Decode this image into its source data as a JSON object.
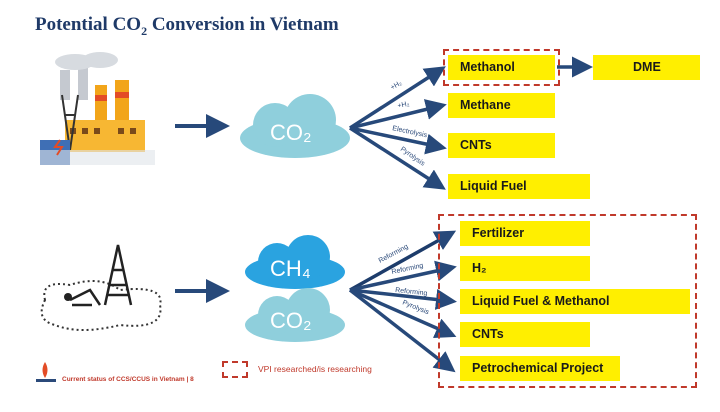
{
  "title": {
    "prefix": "Potential CO",
    "sub": "2",
    "suffix": " Conversion in Vietnam"
  },
  "top": {
    "source": "CO₂",
    "branches": [
      {
        "label": "+H₂",
        "product": "Methanol"
      },
      {
        "label": "+H₂",
        "product": "Methane"
      },
      {
        "label": "Electrolysis",
        "product": "CNTs"
      },
      {
        "label": "Pyrolysis",
        "product": "Liquid Fuel"
      }
    ],
    "downstream": "DME"
  },
  "bottom": {
    "sources": [
      "CH₄",
      "CO₂"
    ],
    "branches": [
      {
        "label": "Reforming",
        "product": "Fertilizer"
      },
      {
        "label": "Reforming",
        "product": "H₂"
      },
      {
        "label": "Reforming",
        "product": "Liquid Fuel & Methanol"
      },
      {
        "label": "Pyrolysis",
        "product": "CNTs"
      },
      {
        "label": "",
        "product": "Petrochemical Project"
      }
    ]
  },
  "legend": {
    "text": "VPI researched/is researching"
  },
  "footer": {
    "text": "Current status of CCS/CCUS in Vietnam   |  8"
  },
  "colors": {
    "title": "#1f3a68",
    "arrow": "#27497a",
    "box": "#ffef00",
    "dashed": "#c0392b",
    "co2_cloud": "#8fcfdc",
    "ch4_cloud": "#2aa3e0"
  }
}
